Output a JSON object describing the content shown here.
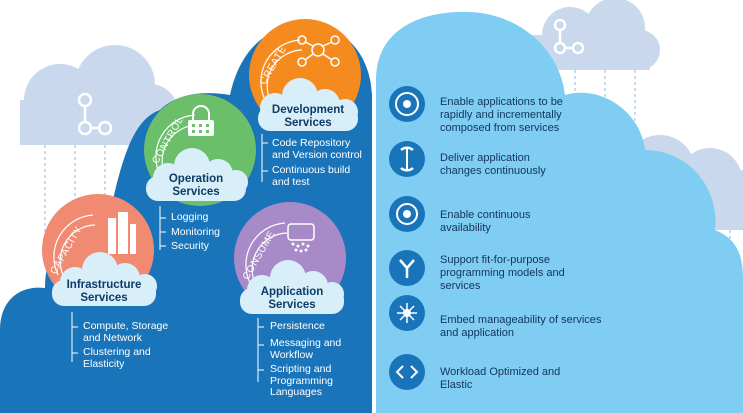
{
  "categories": [
    {
      "key": "infra",
      "tag": "CAPACITY",
      "title_line1": "Infrastructure",
      "title_line2": "Services",
      "color": "#f08a72",
      "items": [
        [
          "Compute, Storage",
          "and Network"
        ],
        [
          "Clustering and",
          "Elasticity"
        ]
      ]
    },
    {
      "key": "ops",
      "tag": "CONTROL",
      "title_line1": "Operation",
      "title_line2": "Services",
      "color": "#6cbf6a",
      "items": [
        [
          "Logging"
        ],
        [
          "Monitoring"
        ],
        [
          "Security"
        ]
      ]
    },
    {
      "key": "dev",
      "tag": "CREATE",
      "title_line1": "Development",
      "title_line2": "Services",
      "color": "#f58a1f",
      "items": [
        [
          "Code Repository",
          "and Version control"
        ],
        [
          "Continuous build",
          "and test"
        ]
      ]
    },
    {
      "key": "app",
      "tag": "CONSUME",
      "title_line1": "Application",
      "title_line2": "Services",
      "color": "#a98ac8",
      "items": [
        [
          "Persistence"
        ],
        [
          "Messaging and",
          "Workflow"
        ],
        [
          "Scripting and",
          "Programming",
          "Languages"
        ]
      ]
    }
  ],
  "benefits": [
    {
      "icon": "swirl-icon",
      "lines": [
        "Enable applications to be",
        "rapidly and incrementally",
        "composed from services"
      ]
    },
    {
      "icon": "cycle-arrows-icon",
      "lines": [
        "Deliver application",
        "changes continuously"
      ]
    },
    {
      "icon": "target-icon",
      "lines": [
        "Enable continuous",
        "availability"
      ]
    },
    {
      "icon": "split-arrows-icon",
      "lines": [
        "Support fit-for-purpose",
        "programming models and",
        "services"
      ]
    },
    {
      "icon": "network-node-icon",
      "lines": [
        "Embed manageability of services",
        "and application"
      ]
    },
    {
      "icon": "chevrons-icon",
      "lines": [
        "Workload Optimized and",
        "Elastic"
      ]
    }
  ],
  "colors": {
    "dark_cloud": "#1a74ba",
    "light_cloud": "#7fcdf2",
    "bg_cloud": "#c9d8ec",
    "label_cloud": "#d8effa",
    "icon_circle": "#1a74ba"
  }
}
